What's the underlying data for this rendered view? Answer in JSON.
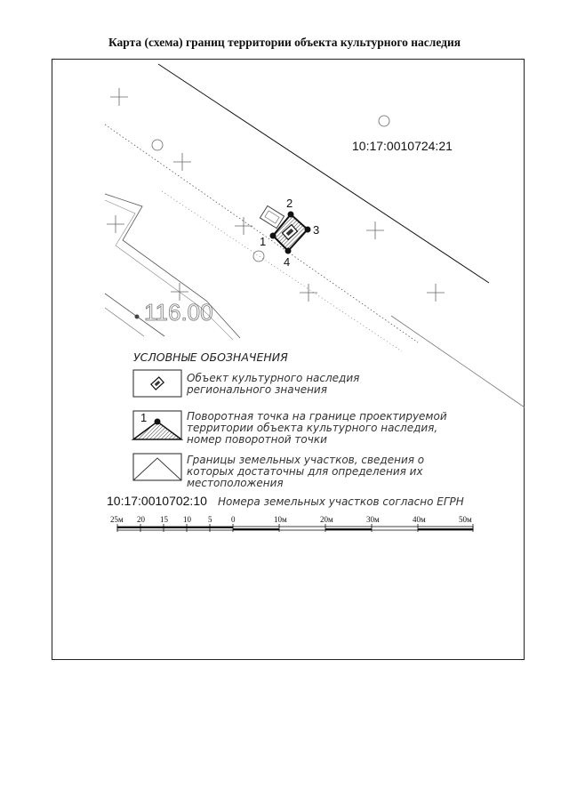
{
  "title": "Карта (схема) границ территории объекта культурного наследия",
  "map": {
    "parcel_main": "10:17:0010724:21",
    "elevation": "116.00",
    "points": [
      {
        "label": "1"
      },
      {
        "label": "2"
      },
      {
        "label": "3"
      },
      {
        "label": "4"
      }
    ]
  },
  "legend": {
    "heading": "УСЛОВНЫЕ ОБОЗНАЧЕНИЯ",
    "items": [
      {
        "lines": [
          "Объект культурного наследия",
          "регионального значения"
        ]
      },
      {
        "sample_label": "1",
        "lines": [
          "Поворотная точка на границе проектируемой",
          "территории объекта культурного наследия,",
          "номер поворотной точки"
        ]
      },
      {
        "lines": [
          "Границы земельных участков, сведения о",
          "которых достаточны для определения их",
          "местоположения"
        ]
      }
    ],
    "parcel_sample": "10:17:0010702:10",
    "parcel_desc": "Номера земельных участков согласно ЕГРН"
  },
  "scale": {
    "labels": [
      "25м",
      "20",
      "15",
      "10",
      "5",
      "0",
      "10м",
      "20м",
      "30м",
      "40м",
      "50м"
    ]
  },
  "colors": {
    "ink": "#111111",
    "grey": "#666666"
  }
}
